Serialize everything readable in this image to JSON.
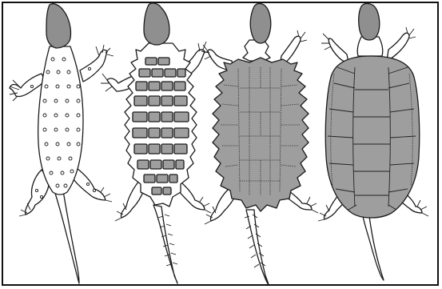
{
  "figure": {
    "stages": [
      {
        "id": "stage-1",
        "form": "scaled-reptile"
      },
      {
        "id": "stage-2",
        "form": "armored-plates"
      },
      {
        "id": "stage-3",
        "form": "spiny-shell"
      },
      {
        "id": "stage-4",
        "form": "smooth-shell"
      }
    ],
    "colors": {
      "outline": "#1a1a1a",
      "shell_fill": "#9e9e9e",
      "head_fill": "#8f8f8f",
      "skin_fill": "#ffffff",
      "border": "#111111"
    }
  }
}
